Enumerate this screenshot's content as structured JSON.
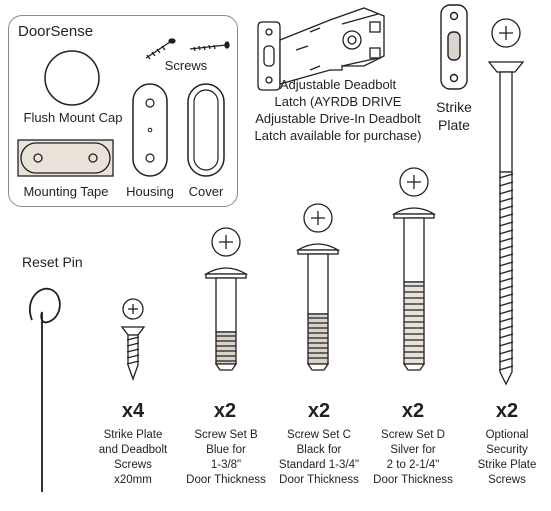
{
  "doorsense": {
    "title": "DoorSense",
    "flush_mount_cap": "Flush Mount Cap",
    "screws": "Screws",
    "mounting_tape": "Mounting Tape",
    "housing": "Housing",
    "cover": "Cover"
  },
  "latch": {
    "lines": [
      "Adjustable Deadbolt",
      "Latch  (AYRDB DRIVE",
      "Adjustable Drive-In Deadbolt",
      "Latch available for purchase)"
    ]
  },
  "strike_plate": {
    "lines": [
      "Strike",
      "Plate"
    ]
  },
  "reset_pin": "Reset Pin",
  "screw_items": [
    {
      "qty": "x4",
      "lines": [
        "Strike Plate",
        "and Deadbolt",
        "Screws",
        "x20mm"
      ]
    },
    {
      "qty": "x2",
      "lines": [
        "Screw Set B",
        "Blue for",
        "1-3/8\"",
        "Door Thickness"
      ]
    },
    {
      "qty": "x2",
      "lines": [
        "Screw Set C",
        "Black for",
        "Standard 1-3/4\"",
        "Door Thickness"
      ]
    },
    {
      "qty": "x2",
      "lines": [
        "Screw Set D",
        "Silver for",
        "2 to 2-1/4\"",
        "Door Thickness"
      ]
    },
    {
      "qty": "x2",
      "lines": [
        "Optional",
        "Security",
        "Strike Plate",
        "Screws"
      ]
    }
  ]
}
